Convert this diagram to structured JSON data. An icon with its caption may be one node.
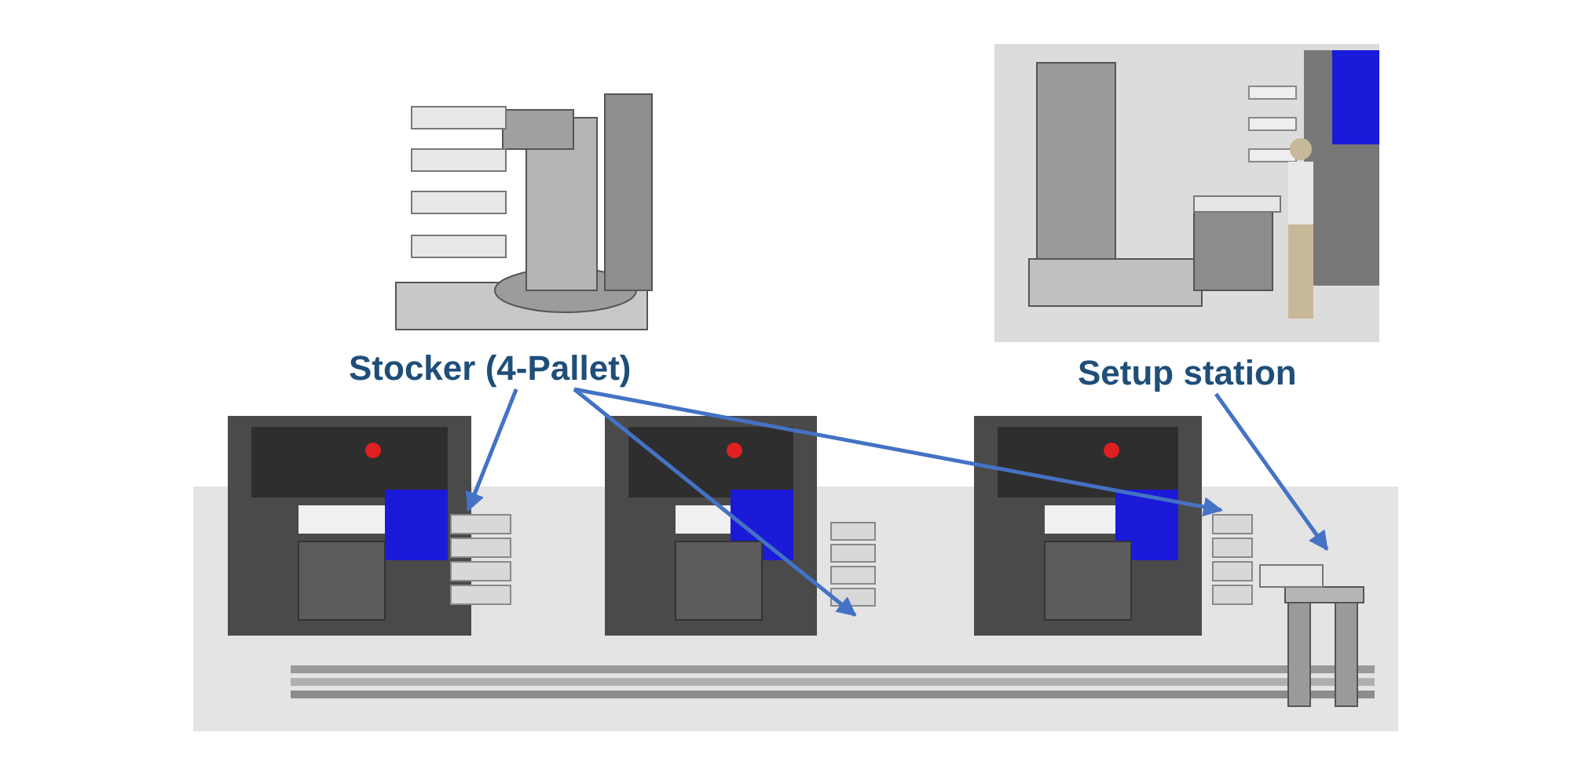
{
  "diagram": {
    "nodes": [
      {
        "text": [
          "Stocker (4-Pallet)"
        ]
      },
      {
        "text": [
          "Setup station"
        ]
      },
      {
        "text": [],
        "shape": "picture"
      },
      {
        "text": [],
        "shape": "picture"
      },
      {
        "text": [],
        "shape": "picture"
      },
      {
        "text": [],
        "shape": "picture"
      }
    ],
    "edges": [
      {
        "from": 0,
        "to": 2,
        "arrow": "to"
      },
      {
        "from": 0,
        "to": 3,
        "arrow": "to"
      },
      {
        "from": 0,
        "to": 4,
        "arrow": "to"
      },
      {
        "from": 1,
        "to": 5,
        "arrow": "to"
      }
    ]
  }
}
